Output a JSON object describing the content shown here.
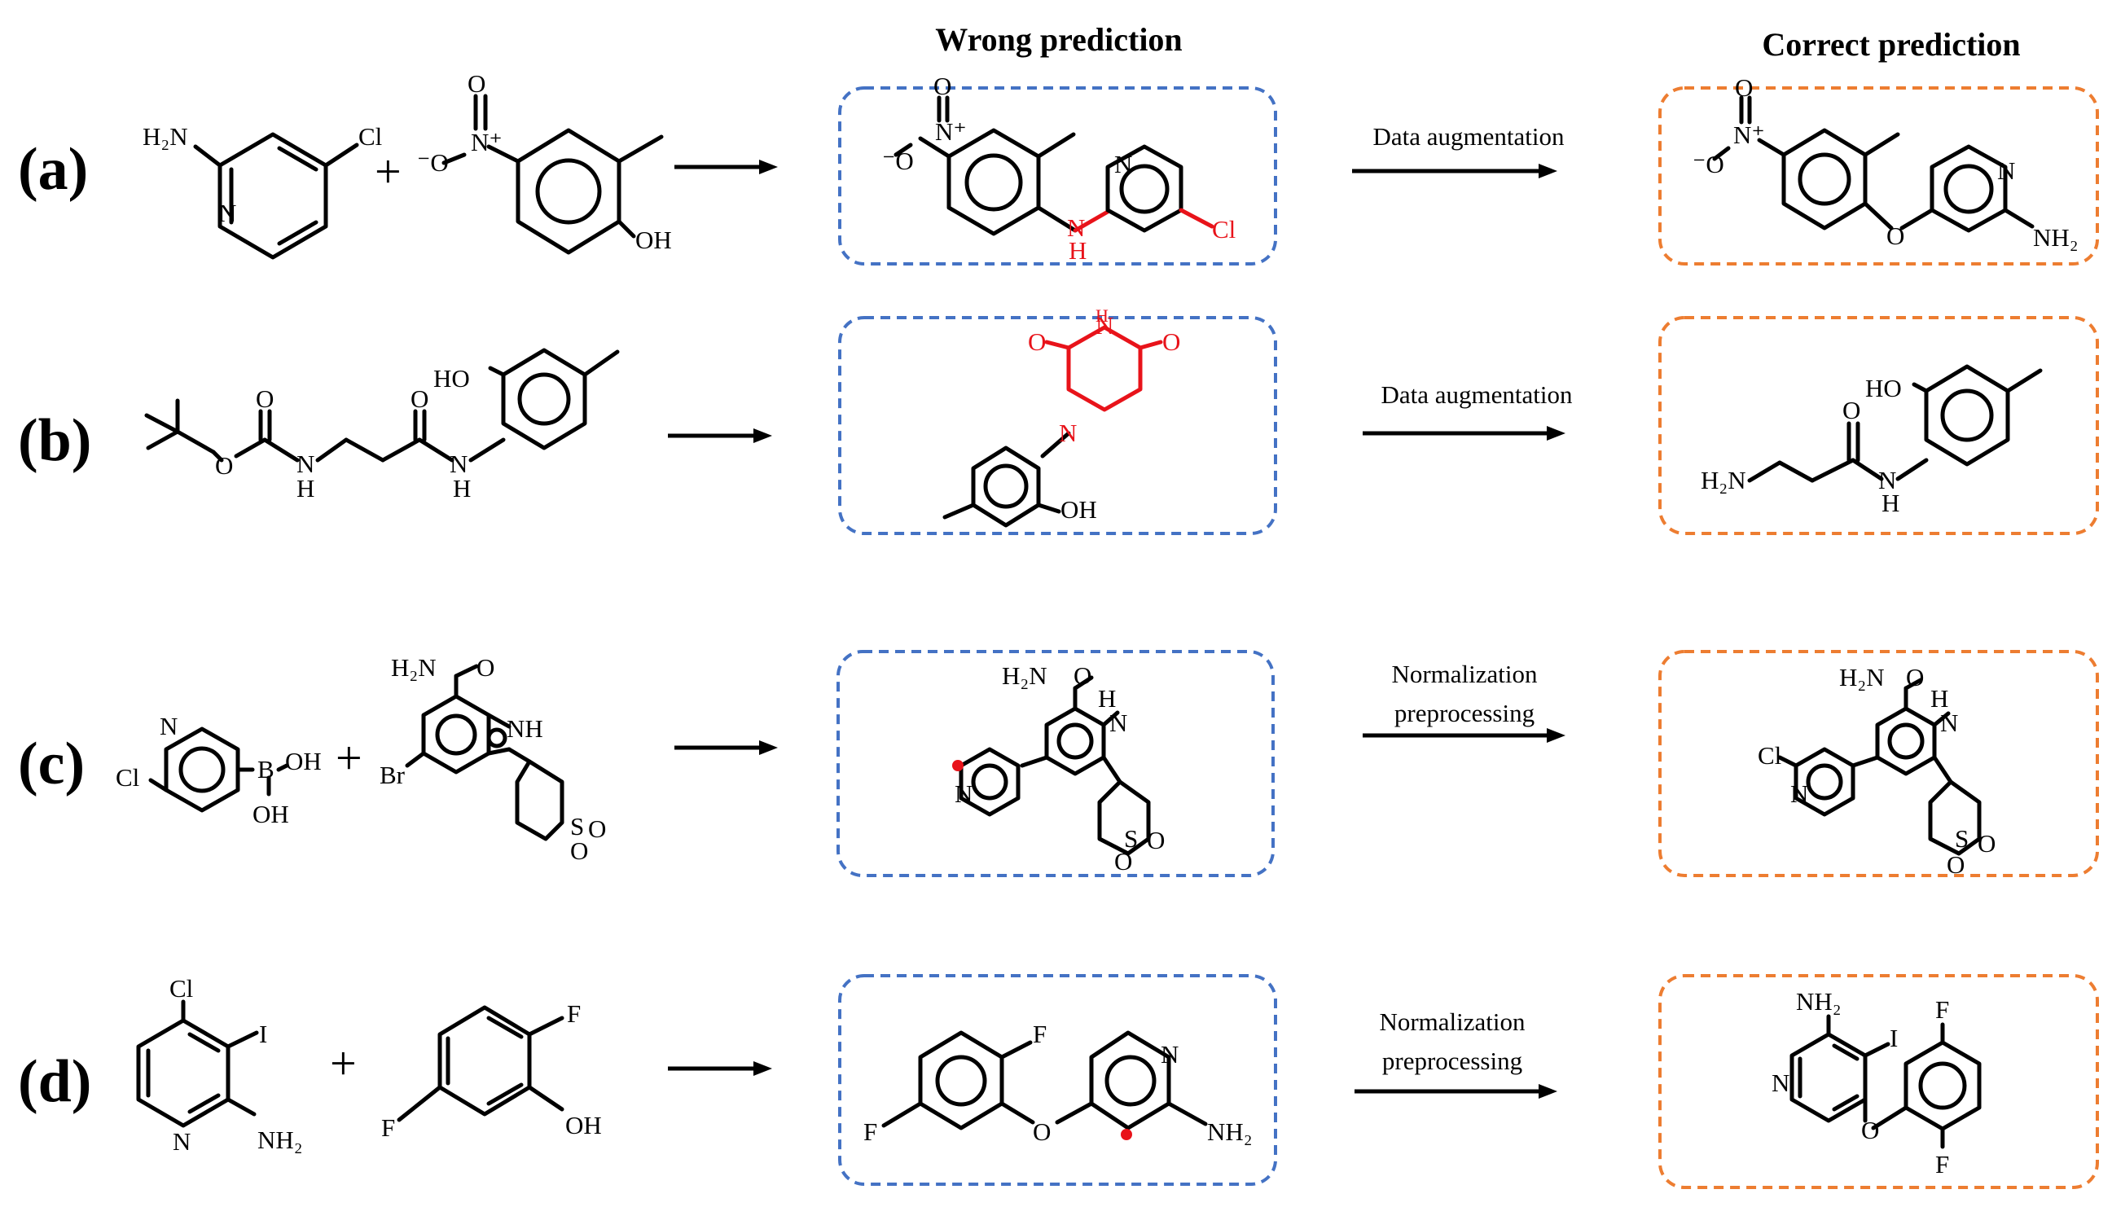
{
  "headers": {
    "wrong": "Wrong prediction",
    "correct": "Correct prediction"
  },
  "rows": [
    {
      "label": "(a)",
      "arrow_label": [
        "Data augmentation"
      ]
    },
    {
      "label": "(b)",
      "arrow_label": [
        "Data augmentation"
      ]
    },
    {
      "label": "(c)",
      "arrow_label": [
        "Normalization",
        "preprocessing"
      ]
    },
    {
      "label": "(d)",
      "arrow_label": [
        "Normalization",
        "preprocessing"
      ]
    }
  ],
  "plus_sign": "+",
  "atoms": {
    "a": {
      "r1": [
        "H₂N",
        "N",
        "Cl"
      ],
      "r2": [
        "O",
        "N⁺",
        "⁻O",
        "OH"
      ],
      "wrong": [
        "O",
        "N⁺",
        "⁻O",
        "N",
        "H",
        "N",
        "Cl"
      ],
      "correct": [
        "O",
        "N⁺",
        "⁻O",
        "O",
        "N",
        "NH₂"
      ]
    },
    "b": {
      "r1": [
        "O",
        "O",
        "N",
        "H",
        "O",
        "N",
        "H",
        "HO"
      ],
      "wrong": [
        "O",
        "N",
        "H",
        "O",
        "N",
        "OH"
      ],
      "correct": [
        "H₂N",
        "O",
        "N",
        "H",
        "HO"
      ]
    },
    "c": {
      "r1": [
        "N",
        "Cl",
        "B",
        "OH",
        "OH"
      ],
      "r2": [
        "H₂N",
        "O",
        "NH",
        "Br",
        "S",
        "O",
        "O"
      ],
      "wrong": [
        "H₂N",
        "O",
        "H",
        "N",
        "N",
        "S",
        "O",
        "O"
      ],
      "correct": [
        "H₂N",
        "O",
        "H",
        "N",
        "Cl",
        "N",
        "S",
        "O",
        "O"
      ]
    },
    "d": {
      "r1": [
        "Cl",
        "I",
        "N",
        "NH₂"
      ],
      "r2": [
        "F",
        "F",
        "OH"
      ],
      "wrong": [
        "F",
        "F",
        "O",
        "N",
        "NH₂"
      ],
      "correct": [
        "NH₂",
        "I",
        "N",
        "O",
        "F",
        "F"
      ]
    }
  },
  "colors": {
    "wrong_box": "#4472c4",
    "correct_box": "#ed7d31",
    "error_highlight": "#e8131a"
  }
}
